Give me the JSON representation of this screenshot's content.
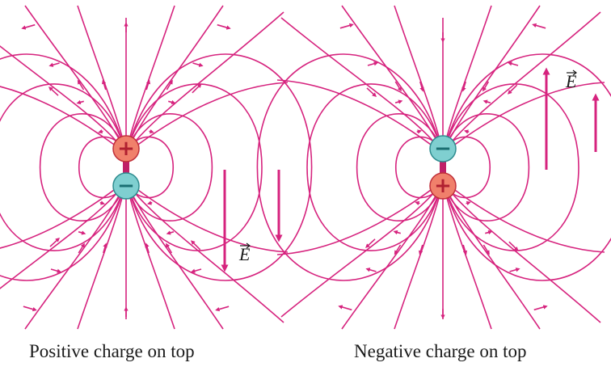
{
  "panels": [
    {
      "top_charge": "+",
      "bottom_charge": "−",
      "field_label": "E",
      "caption": "Positive charge on top"
    },
    {
      "top_charge": "−",
      "bottom_charge": "+",
      "field_label": "E",
      "caption": "Negative charge on top"
    }
  ],
  "colors": {
    "field_line": "#d6237e",
    "positive": "#f0806b",
    "negative": "#7fcfd0",
    "background": "#ffffff"
  }
}
